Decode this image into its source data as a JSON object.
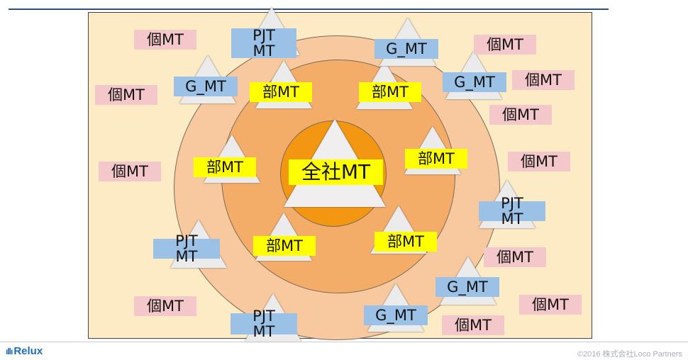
{
  "diagram": {
    "center_label": "全社MT",
    "dept_label": "部MT",
    "group_label": "G_MT",
    "project_label_line1": "PJT",
    "project_label_line2": "MT",
    "individual_label": "個MT"
  },
  "footer": {
    "logo_mark": "ıllı",
    "logo_text": "Relux",
    "copyright": "©2016 株式会社Loco Partners"
  },
  "colors": {
    "panel_bg": "#fdebc6",
    "outer_ring": "#f8c99e",
    "middle_ring": "#f4ad68",
    "inner_circle": "#f39612",
    "dept_label_bg": "#ffff00",
    "group_label_bg": "#9bc2e6",
    "individual_label_bg": "#f4c8ca"
  }
}
